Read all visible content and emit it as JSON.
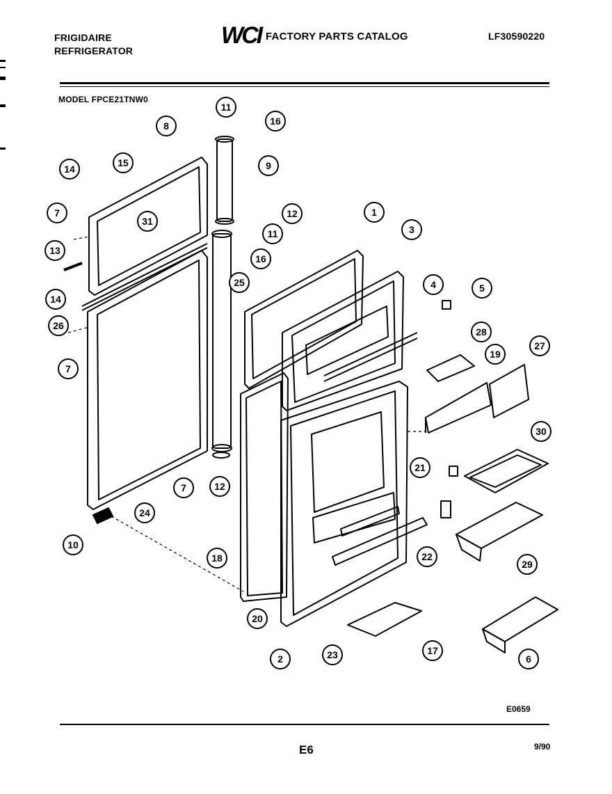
{
  "header": {
    "brand": "FRIGIDAIRE",
    "product": "REFRIGERATOR",
    "catalog_title": "FACTORY PARTS CATALOG",
    "catalog_number": "LF30590220",
    "logo_text": "WCI",
    "model_label": "MODEL FPCE21TNW0"
  },
  "diagram": {
    "drawing_code": "E0659",
    "callouts": [
      "11",
      "16",
      "8",
      "9",
      "14",
      "15",
      "12",
      "31",
      "11",
      "7",
      "13",
      "16",
      "25",
      "1",
      "3",
      "14",
      "26",
      "4",
      "5",
      "7",
      "28",
      "19",
      "27",
      "30",
      "21",
      "7",
      "12",
      "24",
      "10",
      "18",
      "22",
      "29",
      "20",
      "17",
      "2",
      "23",
      "6"
    ]
  },
  "footer": {
    "page_code": "E6",
    "date": "9/90"
  },
  "colors": {
    "ink": "#000000",
    "paper": "#ffffff"
  }
}
